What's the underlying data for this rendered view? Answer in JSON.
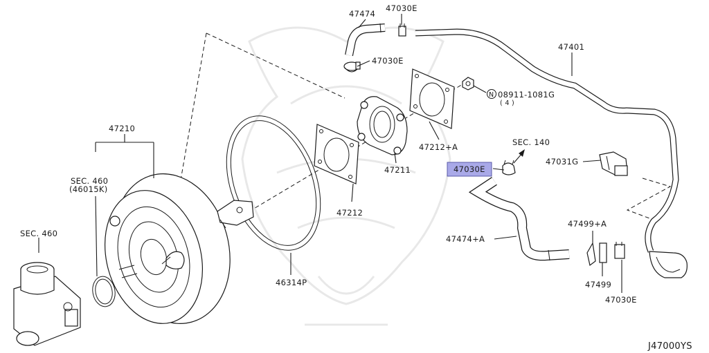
{
  "diagram_id": "J47000YS",
  "highlight_color": "#a9a9e8",
  "callouts": {
    "p47474": "47474",
    "p47030e_top": "47030E",
    "p47030e_clip": "47030E",
    "p47401": "47401",
    "nut_n": "N",
    "nut_part": "08911-1081G",
    "nut_qty": "( 4 )",
    "p47210": "47210",
    "sec460_46015k_a": "SEC. 460",
    "sec460_46015k_b": "(46015K)",
    "sec460": "SEC. 460",
    "p47212a": "47212+A",
    "sec140": "SEC. 140",
    "p47030e_highlight": "47030E",
    "p47031g": "47031G",
    "p47211": "47211",
    "p47212": "47212",
    "p47499a": "47499+A",
    "p47474a": "47474+A",
    "p46314p": "46314P",
    "p47499": "47499",
    "p47030e_bottom": "47030E"
  }
}
